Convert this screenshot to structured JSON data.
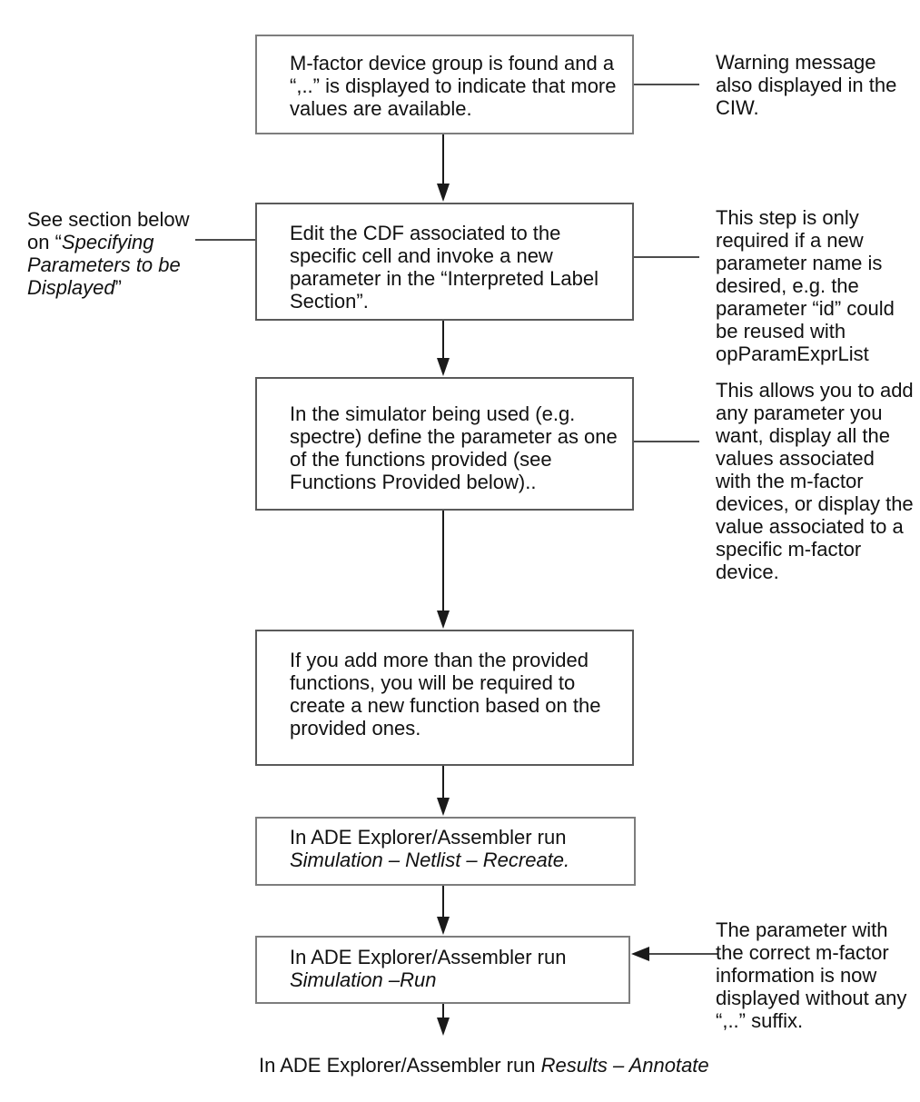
{
  "figure": {
    "boxes": [
      {
        "text": "M-factor device group is found and a “,..” is displayed to indicate that more values are available."
      },
      {
        "text": "Edit the CDF associated to the specific cell and invoke a new parameter in the “Interpreted Label Section”."
      },
      {
        "text": "In the simulator being used (e.g. spectre) define the parameter as one of the functions provided (see Functions Provided below).."
      },
      {
        "text": "If you add more than the provided functions, you will be required to create a new function based on the provided ones."
      },
      {
        "line1": "In ADE Explorer/Assembler run",
        "line2": "Simulation – Netlist – Recreate."
      },
      {
        "line1": "In ADE Explorer/Assembler run",
        "line2": "Simulation –Run"
      }
    ],
    "left_note": {
      "prefix": "See section below on “",
      "italic": "Specifying Parameters to be Displayed",
      "suffix": "”"
    },
    "side_notes": [
      {
        "text": "Warning message also displayed in the CIW."
      },
      {
        "text": "This step is only required if a new parameter name is desired, e.g. the parameter “id” could be reused with opParamExprList"
      },
      {
        "text": "This allows you to add any parameter you want, display all the values associated with the m-factor devices, or display the value associated to a specific m-factor device."
      },
      {
        "text": "The parameter with the correct m-factor information is now displayed without any “,..” suffix."
      }
    ],
    "footer": {
      "prefix": "In ADE Explorer/Assembler run ",
      "italic": "Results – Annotate"
    }
  },
  "colors": {
    "background": "#ffffff",
    "box_border": "#7d7d7d",
    "arrow": "#1a1a1a",
    "connector": "#4c4c4c",
    "text": "#111111"
  }
}
